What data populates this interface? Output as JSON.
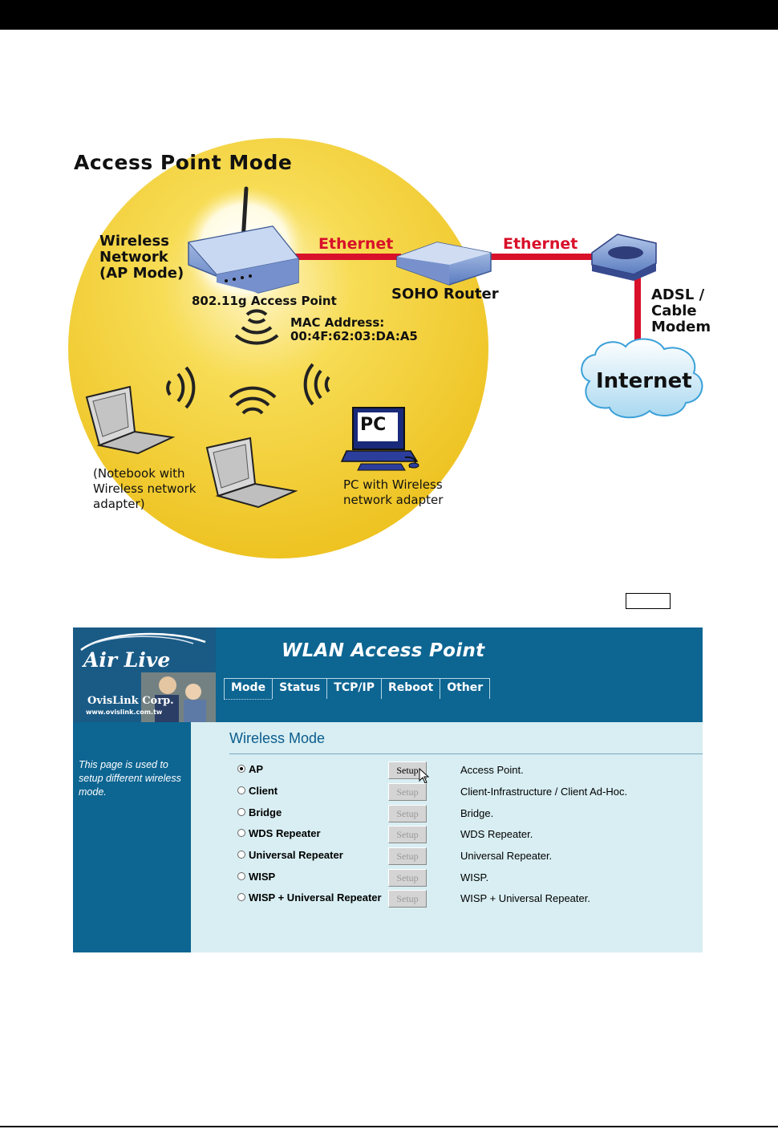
{
  "diagram": {
    "title": "Access Point Mode",
    "wireless_network": [
      "Wireless",
      "Network",
      "(AP Mode)"
    ],
    "ethernet_1": "Ethernet",
    "ethernet_2": "Ethernet",
    "access_point": "802.11g Access Point",
    "soho_router": "SOHO Router",
    "modem": [
      "ADSL /",
      "Cable",
      "Modem"
    ],
    "mac_address": [
      "MAC Address:",
      "00:4F:62:03:DA:A5"
    ],
    "internet": "Internet",
    "pc_screen": "PC",
    "notebook": [
      "(Notebook with",
      "Wireless network",
      "adapter)"
    ],
    "pc_caption": [
      "PC with Wireless",
      "network adapter"
    ]
  },
  "ui": {
    "logo_brand": "Air Live",
    "logo_corp": "OvisLink Corp.",
    "logo_url": "www.ovislink.com.tw",
    "app_title": "WLAN Access Point",
    "tabs": [
      "Mode",
      "Status",
      "TCP/IP",
      "Reboot",
      "Other"
    ],
    "active_tab": "Mode",
    "sidebar_text": "This page is used to setup different wireless mode.",
    "page_title": "Wireless Mode",
    "setup_label": "Setup",
    "modes": [
      {
        "label": "AP",
        "description": "Access Point.",
        "selected": true
      },
      {
        "label": "Client",
        "description": "Client-Infrastructure / Client Ad-Hoc.",
        "selected": false
      },
      {
        "label": "Bridge",
        "description": "Bridge.",
        "selected": false
      },
      {
        "label": "WDS Repeater",
        "description": "WDS Repeater.",
        "selected": false
      },
      {
        "label": "Universal Repeater",
        "description": "Universal Repeater.",
        "selected": false
      },
      {
        "label": "WISP",
        "description": "WISP.",
        "selected": false
      },
      {
        "label": "WISP + Universal Repeater",
        "description": "WISP + Universal Repeater.",
        "selected": false
      }
    ]
  },
  "colors": {
    "header_blue": "#0d6592",
    "content_bg": "#d8eef2",
    "ethernet_red": "#d8102a",
    "circle_yellow": "#f3d23a"
  }
}
